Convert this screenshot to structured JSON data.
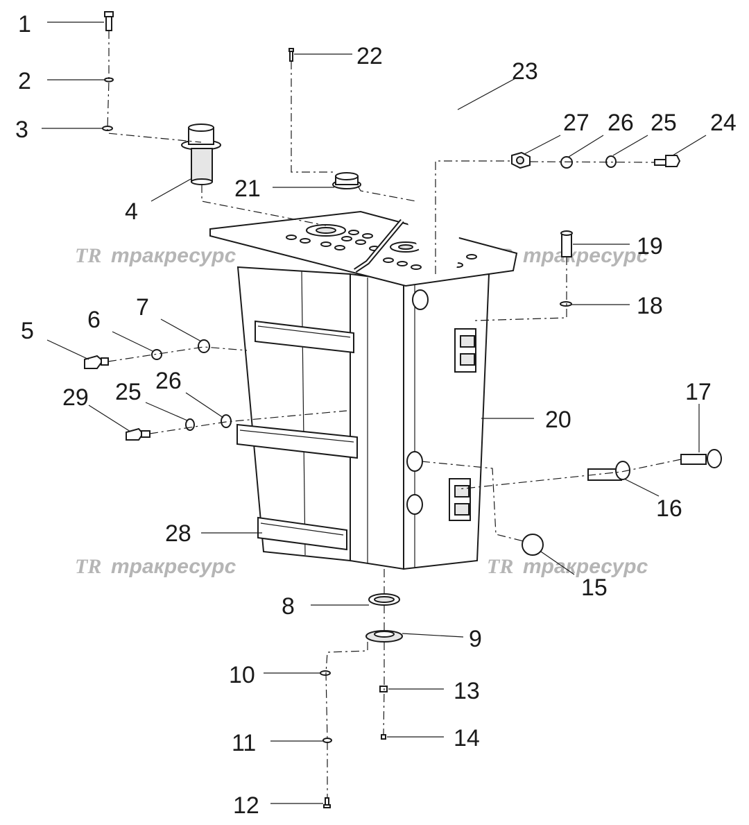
{
  "watermark": {
    "logo": "TR",
    "text": "тракресурс"
  },
  "callouts": [
    {
      "id": "c1",
      "label": "1"
    },
    {
      "id": "c2",
      "label": "2"
    },
    {
      "id": "c3",
      "label": "3"
    },
    {
      "id": "c4",
      "label": "4"
    },
    {
      "id": "c5",
      "label": "5"
    },
    {
      "id": "c6",
      "label": "6"
    },
    {
      "id": "c7",
      "label": "7"
    },
    {
      "id": "c8",
      "label": "8"
    },
    {
      "id": "c9",
      "label": "9"
    },
    {
      "id": "c10",
      "label": "10"
    },
    {
      "id": "c11",
      "label": "11"
    },
    {
      "id": "c12",
      "label": "12"
    },
    {
      "id": "c13",
      "label": "13"
    },
    {
      "id": "c14",
      "label": "14"
    },
    {
      "id": "c15",
      "label": "15"
    },
    {
      "id": "c16",
      "label": "16"
    },
    {
      "id": "c17",
      "label": "17"
    },
    {
      "id": "c18",
      "label": "18"
    },
    {
      "id": "c19",
      "label": "19"
    },
    {
      "id": "c20",
      "label": "20"
    },
    {
      "id": "c21",
      "label": "21"
    },
    {
      "id": "c22",
      "label": "22"
    },
    {
      "id": "c23",
      "label": "23"
    },
    {
      "id": "c24",
      "label": "24"
    },
    {
      "id": "c25a",
      "label": "25"
    },
    {
      "id": "c25b",
      "label": "25"
    },
    {
      "id": "c26a",
      "label": "26"
    },
    {
      "id": "c26b",
      "label": "26"
    },
    {
      "id": "c27",
      "label": "27"
    },
    {
      "id": "c28",
      "label": "28"
    },
    {
      "id": "c29",
      "label": "29"
    }
  ]
}
